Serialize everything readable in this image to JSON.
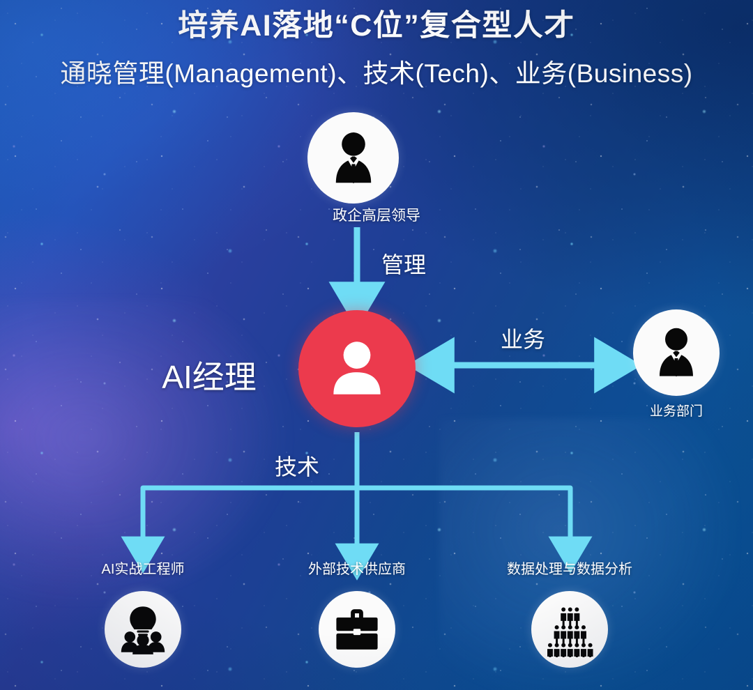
{
  "header": {
    "title": "培养AI落地“C位”复合型人才",
    "subtitle": "通晓管理(Management)、技术(Tech)、业务(Business)"
  },
  "diagram": {
    "center": {
      "id": "ai-manager",
      "label": "AI经理",
      "icon": "person-icon",
      "color": "#ec3a4d",
      "icon_color": "#ffffff"
    },
    "nodes": [
      {
        "id": "top",
        "label": "政企高层领导",
        "icon": "businessman-icon",
        "position": "top"
      },
      {
        "id": "right",
        "label": "业务部门",
        "icon": "businessman-icon",
        "position": "right"
      },
      {
        "id": "bottom1",
        "label": "AI实战工程师",
        "icon": "lightbulb-team-icon",
        "position": "bottom-left"
      },
      {
        "id": "bottom2",
        "label": "外部技术供应商",
        "icon": "briefcase-icon",
        "position": "bottom-center"
      },
      {
        "id": "bottom3",
        "label": "数据处理与数据分析",
        "icon": "crowd-icon",
        "position": "bottom-right"
      }
    ],
    "connectors": [
      {
        "id": "mgmt",
        "label": "管理",
        "from": "top",
        "to": "ai-manager",
        "arrow": "down"
      },
      {
        "id": "biz",
        "label": "业务",
        "from": "right",
        "to": "ai-manager",
        "arrow": "bidirectional"
      },
      {
        "id": "tech",
        "label": "技术",
        "from": "ai-manager",
        "to": [
          "bottom1",
          "bottom2",
          "bottom3"
        ],
        "arrow": "branch-down"
      }
    ],
    "colors": {
      "connector": "#6fdcf5",
      "node_circle": "#fbfbfb",
      "node_icon": "#000000",
      "text": "#ffffff",
      "accent": "#ec3a4d",
      "background_start": "#1e63c8",
      "background_end": "#0a5b9f"
    }
  }
}
